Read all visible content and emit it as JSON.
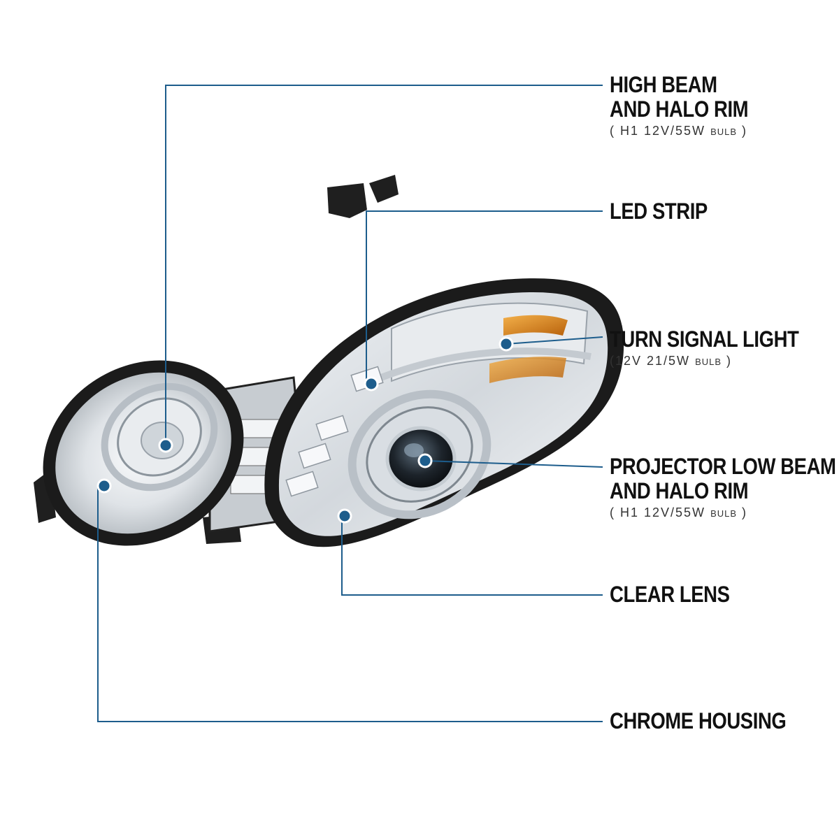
{
  "colors": {
    "callout_line": "#1d5d8c",
    "callout_dot": "#1d5d8c",
    "text": "#111111",
    "housing_black": "#1b1b1b",
    "chrome_light": "#e6e9ec",
    "amber": "#d98a1c"
  },
  "callouts": [
    {
      "id": "high-beam",
      "title_line1": "HIGH BEAM",
      "title_line2": "AND HALO RIM",
      "spec_main": "( H1  12V/55W",
      "spec_small": "BULB",
      "spec_close": ")"
    },
    {
      "id": "led-strip",
      "title_line1": "LED STRIP",
      "title_line2": "",
      "spec_main": "",
      "spec_small": "",
      "spec_close": ""
    },
    {
      "id": "turn-signal",
      "title_line1": "TURN SIGNAL LIGHT",
      "title_line2": "",
      "spec_main": "(12V  21/5W",
      "spec_small": "BULB",
      "spec_close": ")"
    },
    {
      "id": "projector-low-beam",
      "title_line1": "PROJECTOR LOW BEAM",
      "title_line2": "AND HALO RIM",
      "spec_main": "( H1  12V/55W",
      "spec_small": "BULB",
      "spec_close": ")"
    },
    {
      "id": "clear-lens",
      "title_line1": "CLEAR LENS",
      "title_line2": "",
      "spec_main": "",
      "spec_small": "",
      "spec_close": ""
    },
    {
      "id": "chrome-housing",
      "title_line1": "CHROME HOUSING",
      "title_line2": "",
      "spec_main": "",
      "spec_small": "",
      "spec_close": ""
    }
  ]
}
